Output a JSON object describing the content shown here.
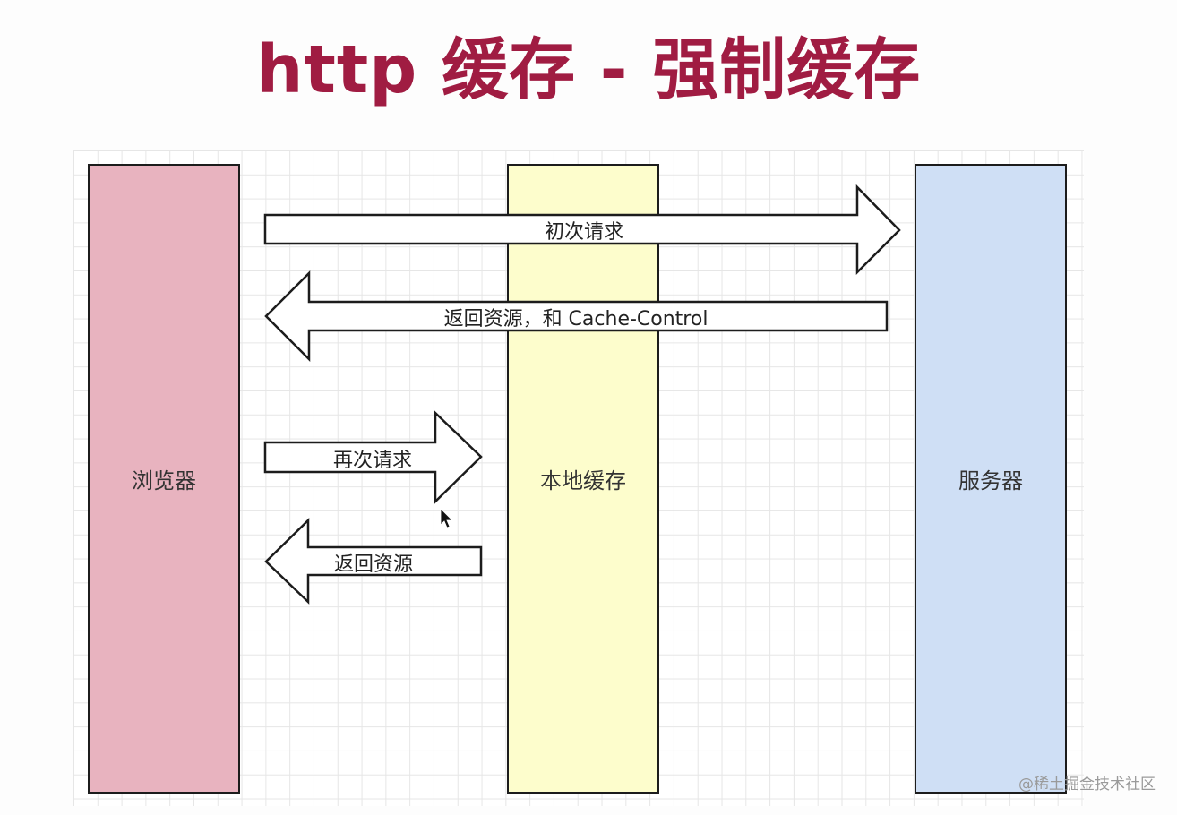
{
  "title": "http 缓存 - 强制缓存",
  "columns": {
    "browser": "浏览器",
    "cache": "本地缓存",
    "server": "服务器"
  },
  "arrows": {
    "first_request": "初次请求",
    "return_resource_cache_control": "返回资源，和 Cache-Control",
    "second_request": "再次请求",
    "return_resource": "返回资源"
  },
  "watermark": "@稀土掘金技术社区",
  "colors": {
    "title": "#a01c42",
    "browser": "#e8b3bf",
    "cache": "#fdfdcc",
    "server": "#cfdff5"
  }
}
